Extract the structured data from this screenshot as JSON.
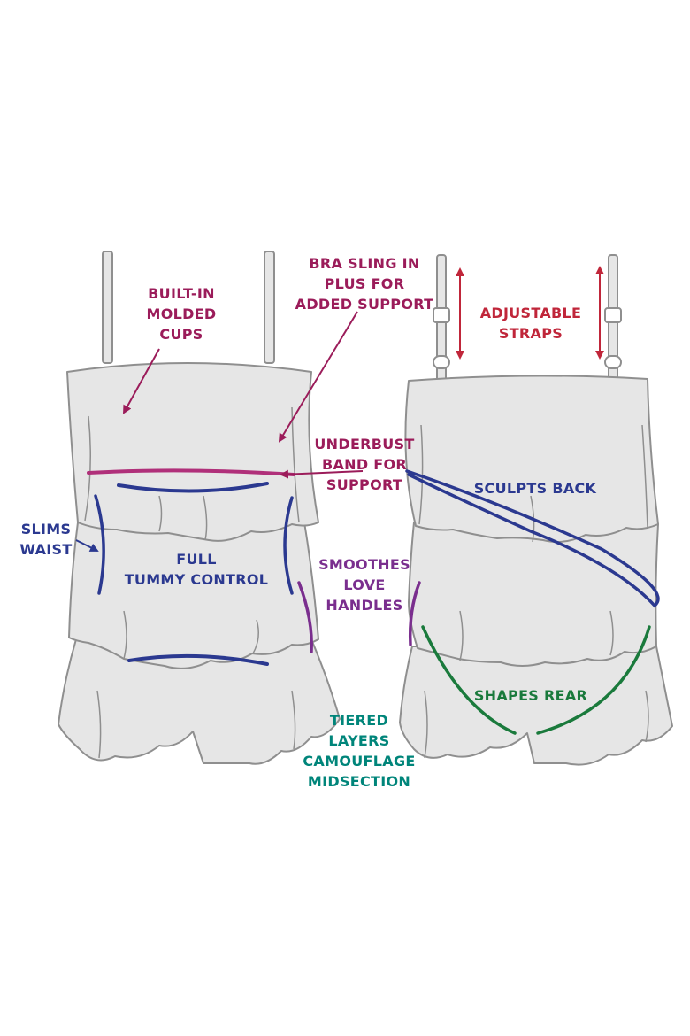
{
  "labels": {
    "built_in_cups": [
      "BUILT-IN",
      "MOLDED",
      "CUPS"
    ],
    "bra_sling": [
      "BRA SLING IN",
      "PLUS FOR",
      "ADDED SUPPORT"
    ],
    "adjustable_straps": [
      "ADJUSTABLE",
      "STRAPS"
    ],
    "underbust_band": [
      "UNDERBUST",
      "BAND FOR",
      "SUPPORT"
    ],
    "sculpts_back": [
      "SCULPTS BACK"
    ],
    "slims_waist": [
      "SLIMS",
      "WAIST"
    ],
    "full_tummy_control": [
      "FULL",
      "TUMMY CONTROL"
    ],
    "smoothes_love_handles": [
      "SMOOTHES",
      "LOVE",
      "HANDLES"
    ],
    "shapes_rear": [
      "SHAPES REAR"
    ],
    "tiered_layers": [
      "TIERED",
      "LAYERS",
      "CAMOUFLAGE",
      "MIDSECTION"
    ]
  },
  "colors": {
    "garment_fill": "#e6e6e6",
    "garment_stroke": "#8f8f8f",
    "magenta": "#9b1c5a",
    "navy": "#2b3990",
    "purple": "#7a2e8e",
    "teal": "#00857a",
    "green": "#1a7a3c",
    "red": "#c0263a"
  }
}
